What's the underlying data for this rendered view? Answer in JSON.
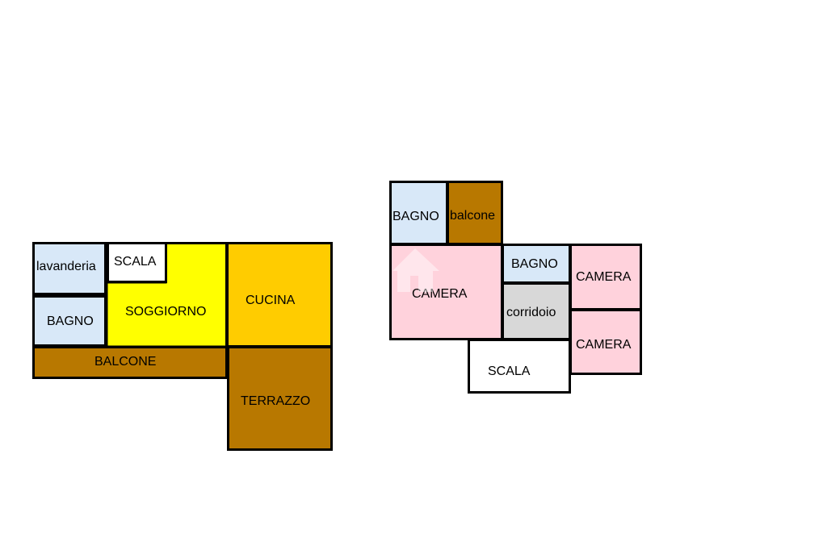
{
  "colors": {
    "blue": "#d8e8f8",
    "yellow": "#ffff00",
    "orange": "#ffcc00",
    "brown": "#b87800",
    "pink": "#ffd2dc",
    "gray": "#d8d8d8",
    "white": "#ffffff"
  },
  "floor1": {
    "lavanderia": "lavanderia",
    "scala": "SCALA",
    "bagno": "BAGNO",
    "soggiorno": "SOGGIORNO",
    "cucina": "CUCINA",
    "balcone": "BALCONE",
    "terrazzo": "TERRAZZO"
  },
  "floor2": {
    "bagno_top": "BAGNO",
    "balcone": "balcone",
    "camera_main": "CAMERA",
    "bagno_small": "BAGNO",
    "corridoio": "corridoio",
    "camera_right_top": "CAMERA",
    "camera_right_bottom": "CAMERA",
    "scala": "SCALA"
  },
  "watermark_icon": "house-logo-icon"
}
